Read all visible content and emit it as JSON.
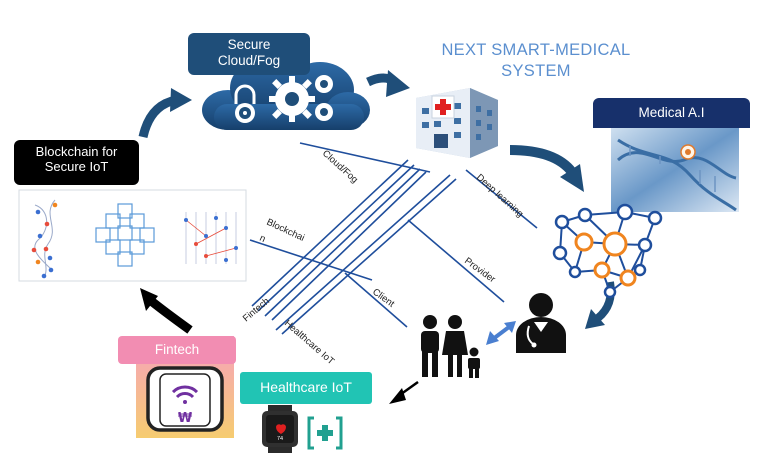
{
  "title": "NEXT SMART-MEDICAL SYSTEM",
  "boxes": {
    "secure_cloud": "Secure Cloud/Fog",
    "medical_ai": "Medical A.I",
    "blockchain": "Blockchain for Secure IoT",
    "fintech": "Fintech",
    "healthcare_iot": "Healthcare IoT"
  },
  "paths": {
    "cloud_fog": "Cloud/Fog",
    "deep_learning": "Deep learning",
    "blockchain_1": "Blockchai",
    "blockchain_2": "n",
    "provider": "Provider",
    "client": "Client",
    "fintech": "Fintech",
    "healthcare_iot": "Healthcare IoT"
  },
  "icons": {
    "currency": "₩",
    "heart_rate": "74"
  },
  "colors": {
    "title_blue": "#5b8fcf",
    "arrow_navy": "#1f4e79",
    "cloud_dark": "#1f4e79",
    "medical_box": "#17306b",
    "blockchain_box": "#000000",
    "fintech_pink": "#f28db2",
    "fintech_orange": "#f5c062",
    "healthcare_teal": "#21c4b4",
    "network_blue": "#1f4e9c",
    "network_orange": "#f0851f",
    "double_arrow": "#4a7fd0"
  }
}
